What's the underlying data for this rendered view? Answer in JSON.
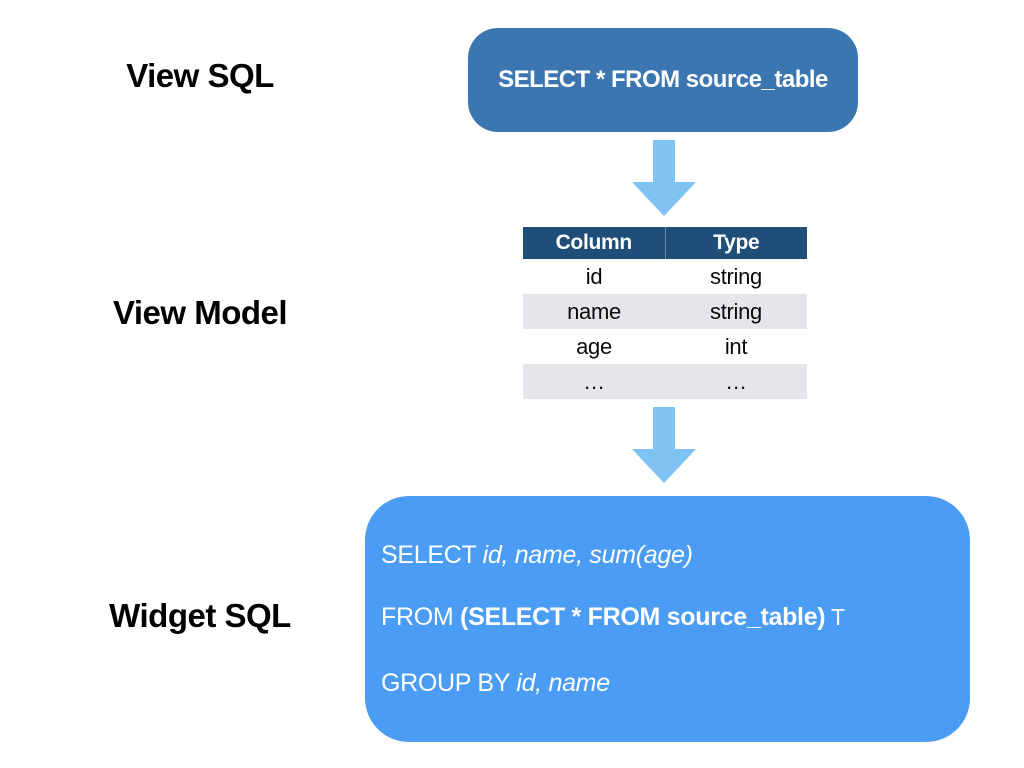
{
  "labels": {
    "view_sql": "View SQL",
    "view_model": "View Model",
    "widget_sql": "Widget SQL"
  },
  "view_sql_box": {
    "text": "SELECT * FROM source_table"
  },
  "view_model_table": {
    "headers": [
      "Column",
      "Type"
    ],
    "rows": [
      [
        "id",
        "string"
      ],
      [
        "name",
        "string"
      ],
      [
        "age",
        "int"
      ],
      [
        "…",
        "…"
      ]
    ]
  },
  "widget_sql_box": {
    "line1": {
      "keyword": "SELECT ",
      "fields": "id, name, sum(age)"
    },
    "line2": {
      "keyword": "FROM ",
      "subquery": "(SELECT * FROM source_table)",
      "alias": " T"
    },
    "line3": {
      "keyword": "GROUP BY ",
      "fields": "id, name"
    }
  },
  "icons": {
    "arrow1": "down-arrow-icon",
    "arrow2": "down-arrow-icon"
  },
  "colors": {
    "view_sql_box_bg": "#3B76B0",
    "table_header_bg": "#1F4E79",
    "table_stripe_bg": "#E6E6EA",
    "arrow_blue": "#7EC3F4",
    "widget_sql_box_bg": "#4A9CF4",
    "text_on_blue": "#FFFFFF"
  }
}
